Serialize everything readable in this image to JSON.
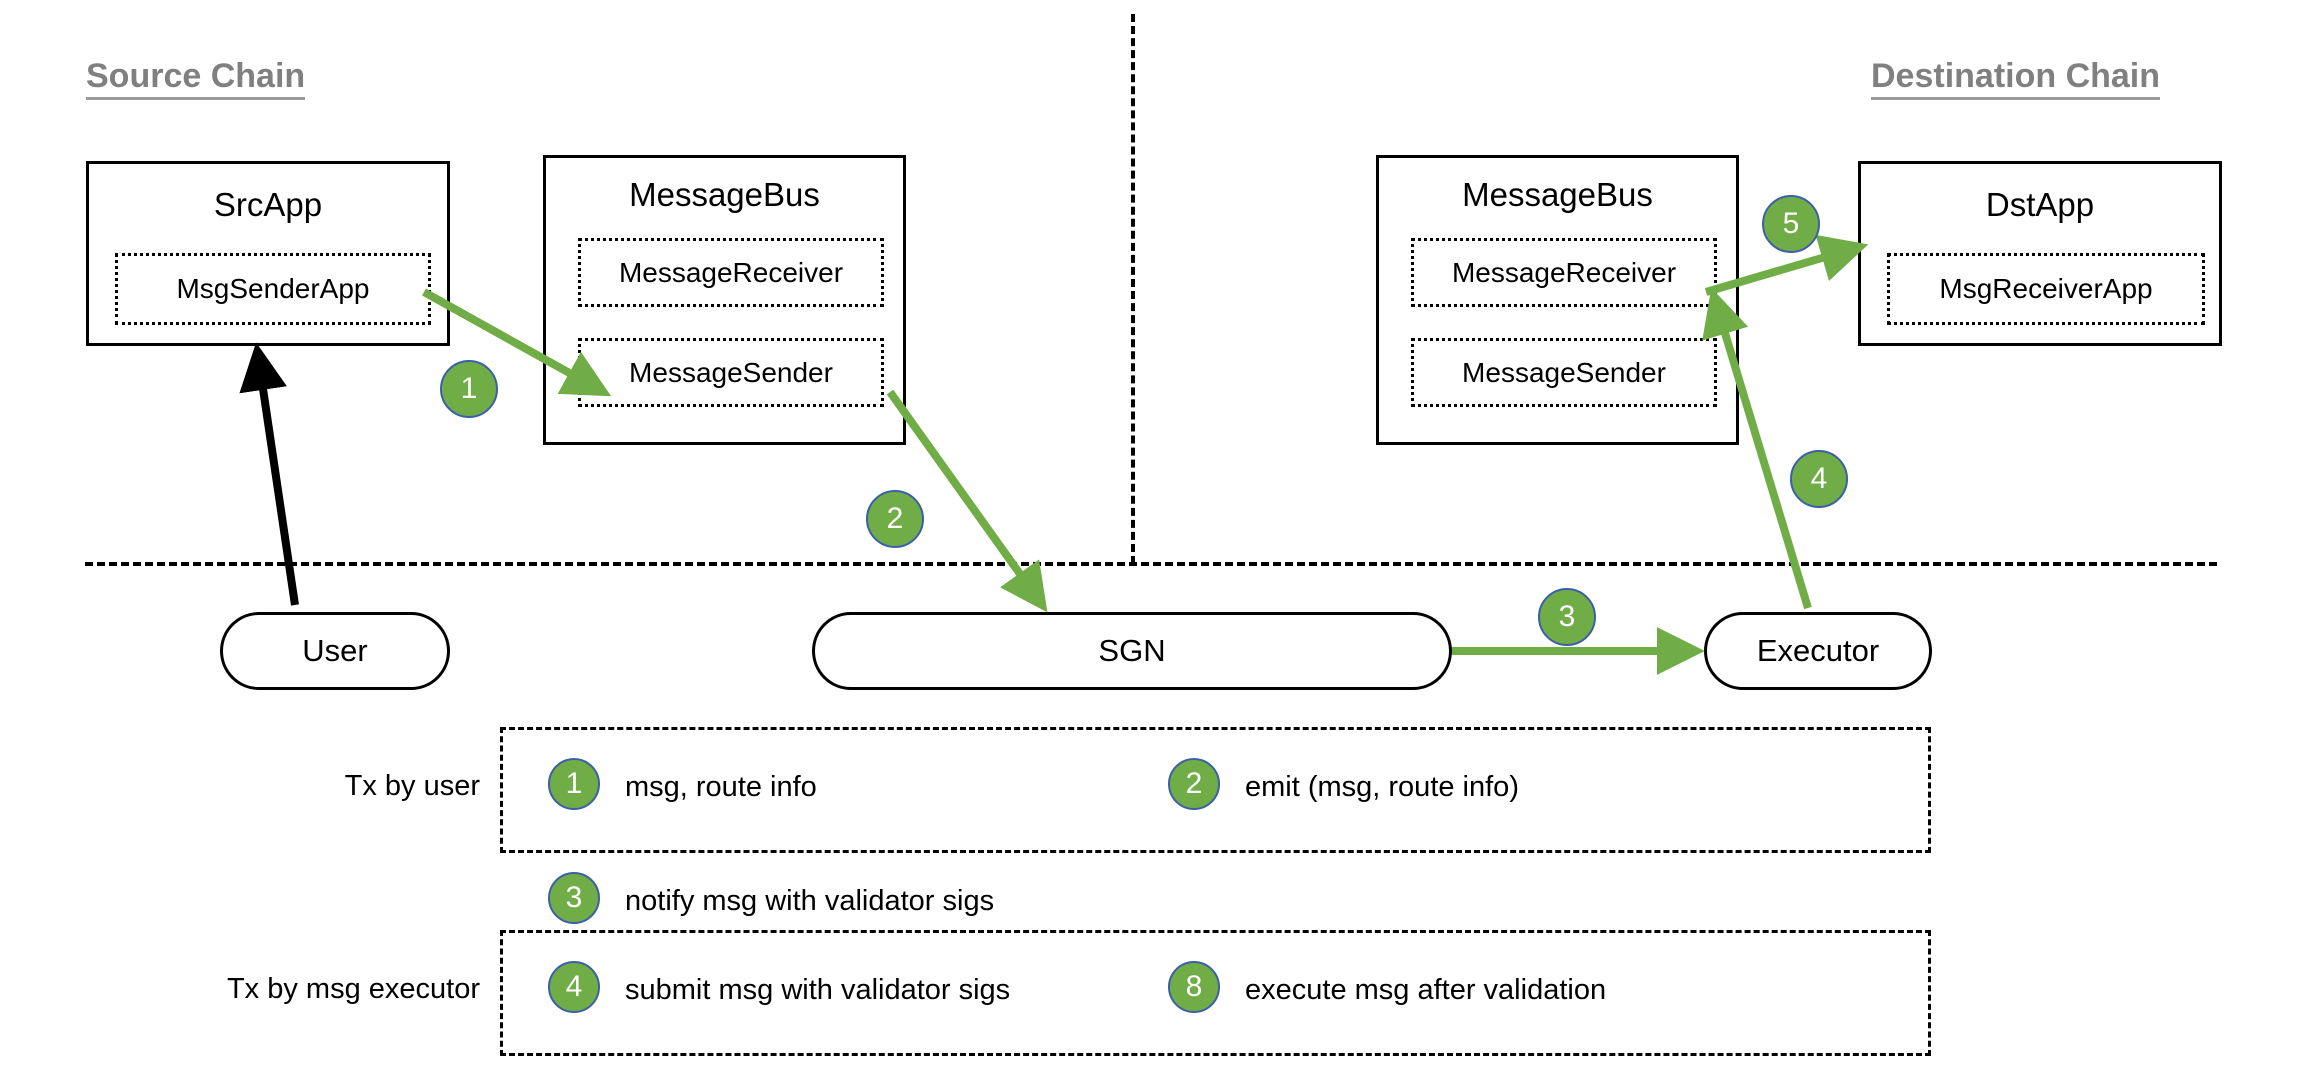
{
  "titles": {
    "source_chain": "Source Chain",
    "destination_chain": "Destination Chain"
  },
  "source": {
    "src_app": {
      "title": "SrcApp",
      "inner": "MsgSenderApp"
    },
    "message_bus": {
      "title": "MessageBus",
      "receiver": "MessageReceiver",
      "sender": "MessageSender"
    }
  },
  "destination": {
    "message_bus": {
      "title": "MessageBus",
      "receiver": "MessageReceiver",
      "sender": "MessageSender"
    },
    "dst_app": {
      "title": "DstApp",
      "inner": "MsgReceiverApp"
    }
  },
  "offchain": {
    "user": "User",
    "sgn": "SGN",
    "executor": "Executor"
  },
  "flow_badges": {
    "b1": "1",
    "b2": "2",
    "b3": "3",
    "b4": "4",
    "b5": "5"
  },
  "legend": {
    "row_tx_by_user_label": "Tx by user",
    "row_tx_by_executor_label": "Tx by msg executor",
    "items": [
      {
        "num": "1",
        "text": "msg, route info"
      },
      {
        "num": "2",
        "text": "emit (msg, route info)"
      },
      {
        "num": "3",
        "text": "notify msg with validator sigs"
      },
      {
        "num": "4",
        "text": "submit msg with validator sigs"
      },
      {
        "num": "8",
        "text": "execute msg after validation"
      }
    ]
  },
  "colors": {
    "badge_fill": "#70AD47",
    "badge_stroke": "#3B5FA8",
    "arrow_green": "#70AD47",
    "arrow_black": "#000000",
    "title_grey": "#808080"
  }
}
